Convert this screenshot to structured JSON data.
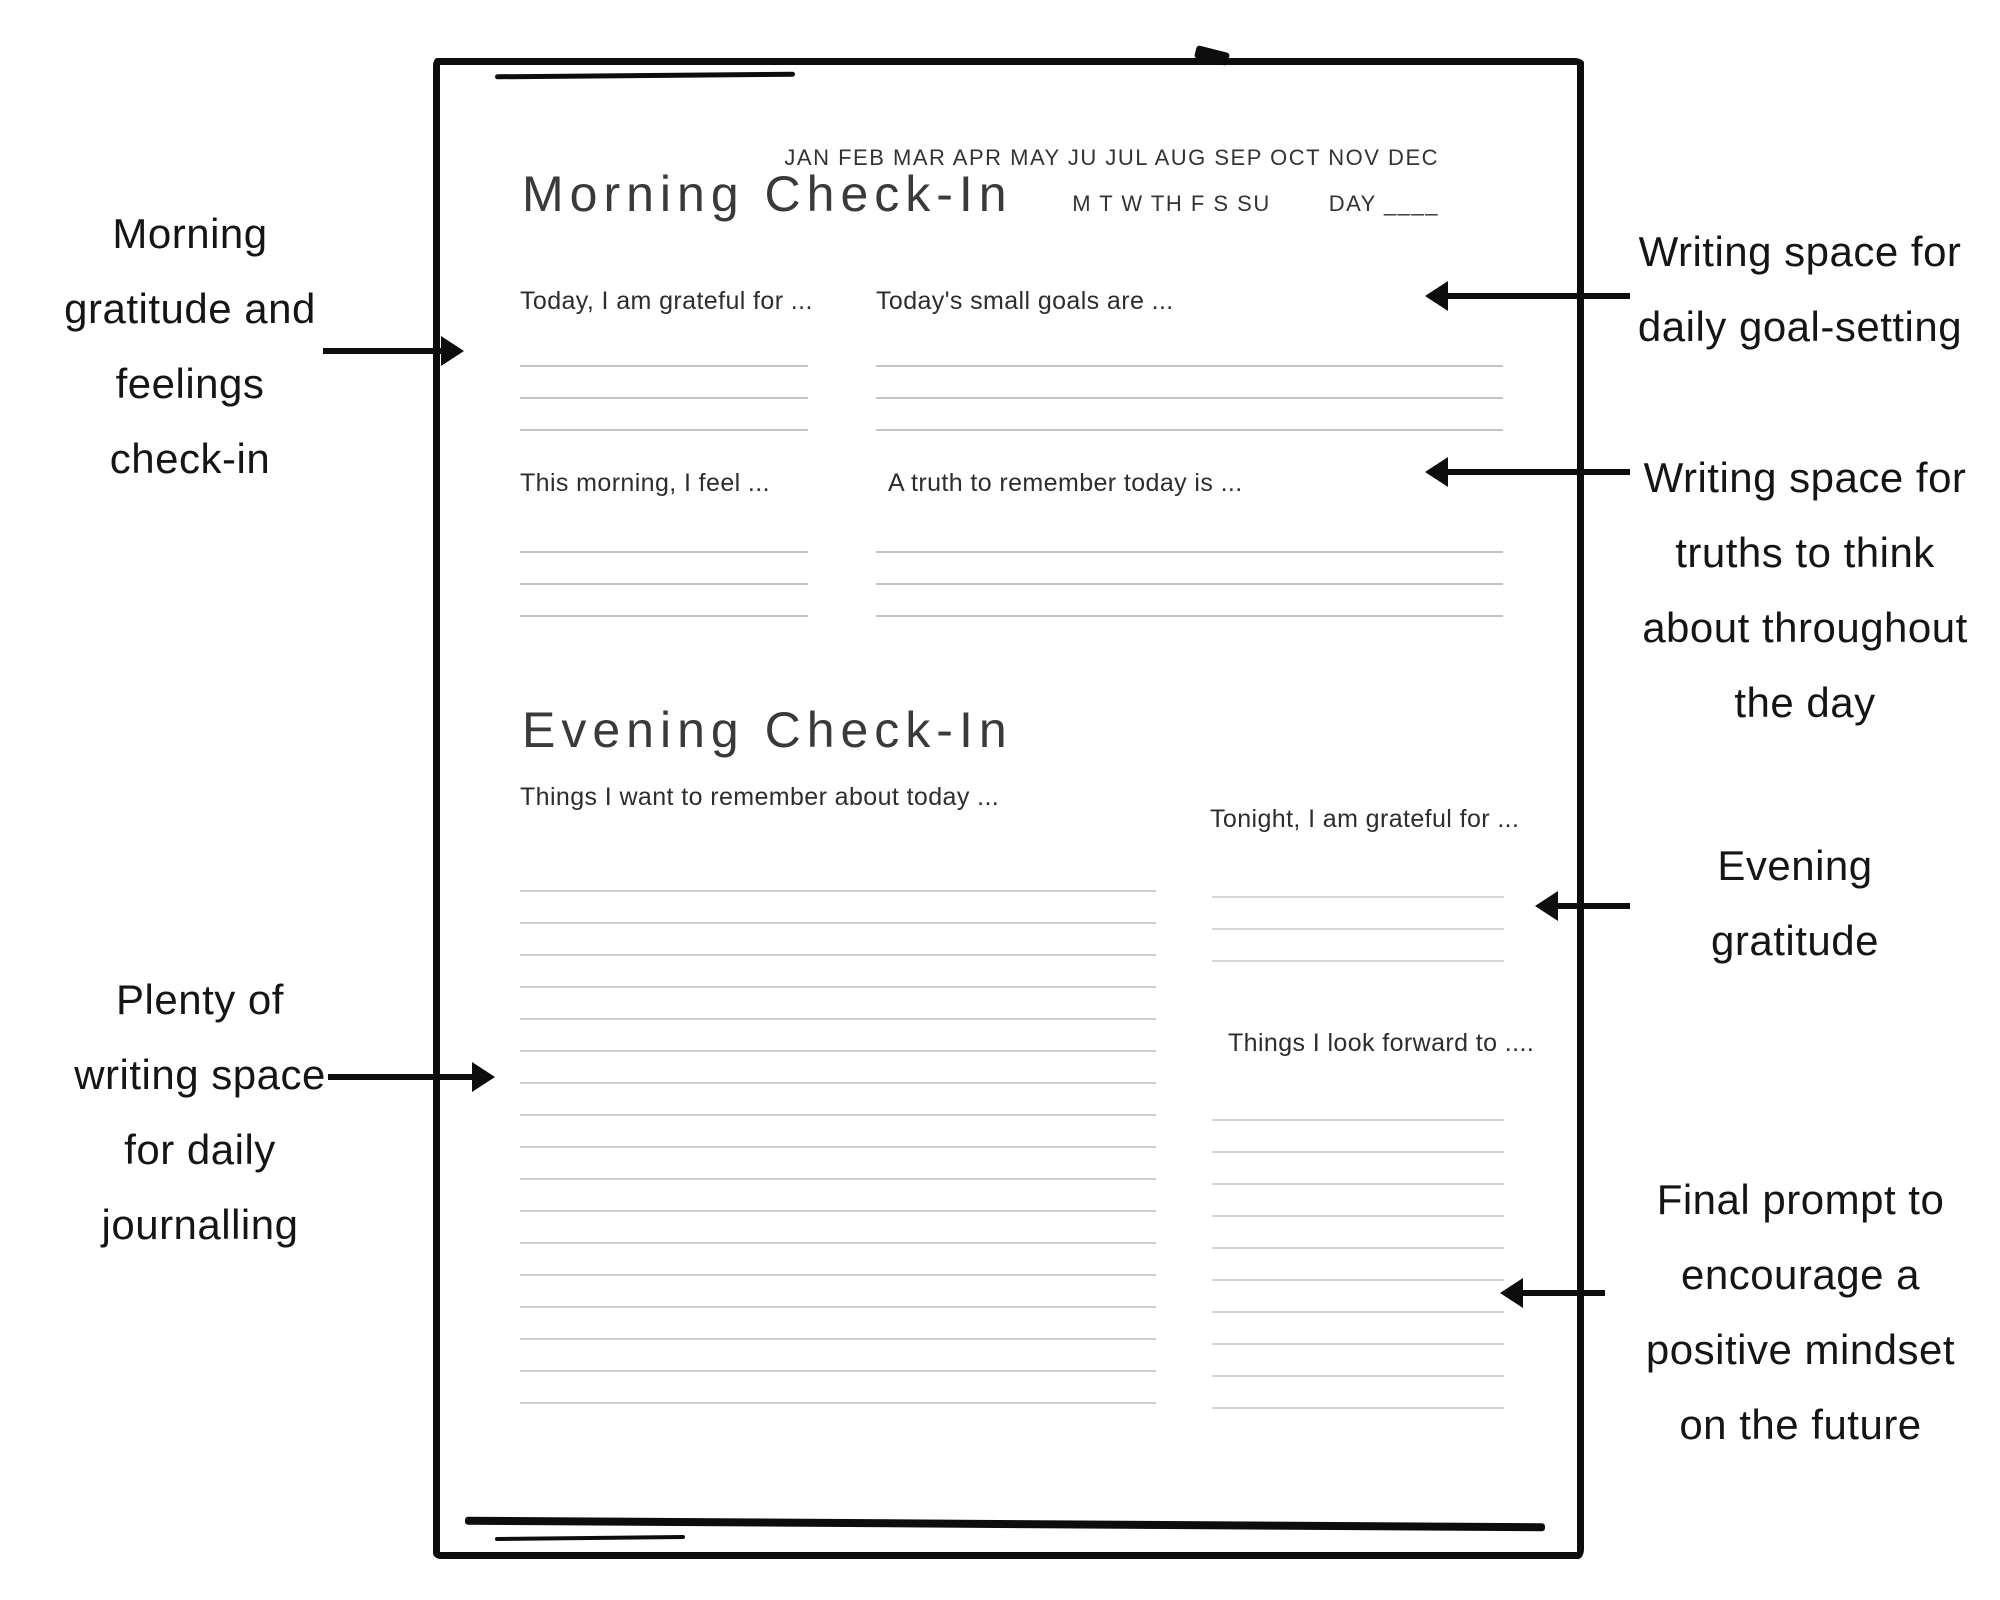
{
  "page": {
    "morning": {
      "title": "Morning Check-In",
      "months": "JAN FEB MAR APR MAY JU JUL AUG SEP OCT NOV DEC",
      "days": "M T W TH F S SU",
      "day_field": "DAY ____",
      "grateful_label": "Today, I am grateful for ...",
      "goals_label": "Today's small goals are ...",
      "feel_label": "This morning, I feel ...",
      "truth_label": "A truth to remember today is ..."
    },
    "evening": {
      "title": "Evening Check-In",
      "remember_label": "Things I want to remember about today ...",
      "tonight_label": "Tonight, I am grateful for ...",
      "forward_label": "Things I look forward to ...."
    }
  },
  "annotations": {
    "left_top": {
      "lines": [
        "Morning",
        "gratitude and",
        "feelings",
        "check-in"
      ]
    },
    "left_bottom": {
      "lines": [
        "Plenty of",
        "writing space",
        "for daily",
        "journalling"
      ]
    },
    "right_goal": {
      "lines": [
        "Writing space for",
        "daily goal-setting"
      ]
    },
    "right_truths": {
      "lines": [
        "Writing space for",
        "truths to think",
        "about throughout",
        "the day"
      ]
    },
    "right_evening": {
      "lines": [
        "Evening",
        "gratitude"
      ]
    },
    "right_final": {
      "lines": [
        "Final prompt to",
        "encourage a",
        "positive mindset",
        "on the future"
      ]
    }
  },
  "colors": {
    "ink": "#0d0d0d",
    "label_text": "#2d2d2d",
    "rule_morning": "#c3c3c3",
    "rule_evening": "#cfcfcf"
  }
}
